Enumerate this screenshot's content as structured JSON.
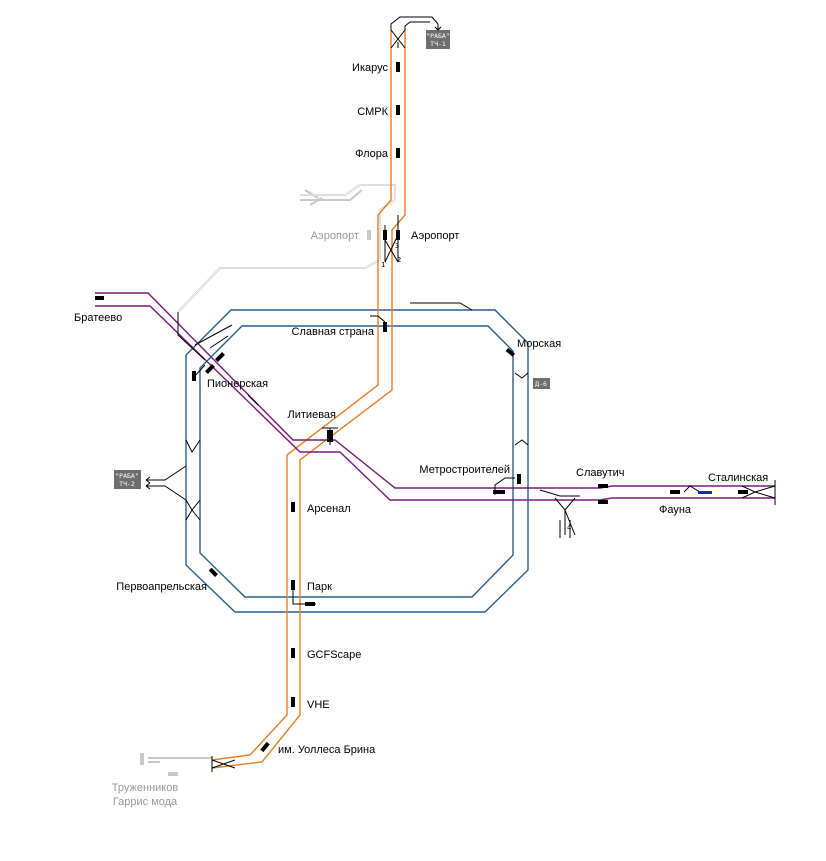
{
  "colors": {
    "orange": "#E87D21",
    "blue": "#2A5F8B",
    "purple": "#7A1A7A",
    "grey": "#C8C8C8",
    "track": "#000000",
    "depot_bg": "#6E6E6E",
    "station_mark": "#000000",
    "label_inactive": "#999999"
  },
  "stations": {
    "ikarus": "Икарус",
    "smrk": "СМРК",
    "flora": "Флора",
    "airport_left": "Аэропорт",
    "airport_right": "Аэропорт",
    "brateevo": "Братеево",
    "slavnaya": "Славная страна",
    "morskaya": "Морская",
    "pionerskaya": "Пионерская",
    "litievaya": "Литиевая",
    "metrostroiteley": "Метростроителей",
    "slavutich": "Славутич",
    "stalinskaya": "Сталинская",
    "fauna": "Фауна",
    "arsenal": "Арсенал",
    "pervoaprelskaya": "Первоапрельская",
    "park": "Парк",
    "gcfscape": "GCFScape",
    "vhe": "VHE",
    "wallace": "им. Уоллеса Брина",
    "truzhennikov_1": "Труженников",
    "truzhennikov_2": "Гаррис мода"
  },
  "depots": {
    "tch1_top": "\"РАБА\"",
    "tch1_bot": "ТЧ-1",
    "tch2_top": "\"РАБА\"",
    "tch2_bot": "ТЧ-2",
    "d6": "Д-6"
  },
  "track_marks": {
    "n1": "1",
    "n2": "2",
    "n3": "3",
    "n4": "4"
  }
}
